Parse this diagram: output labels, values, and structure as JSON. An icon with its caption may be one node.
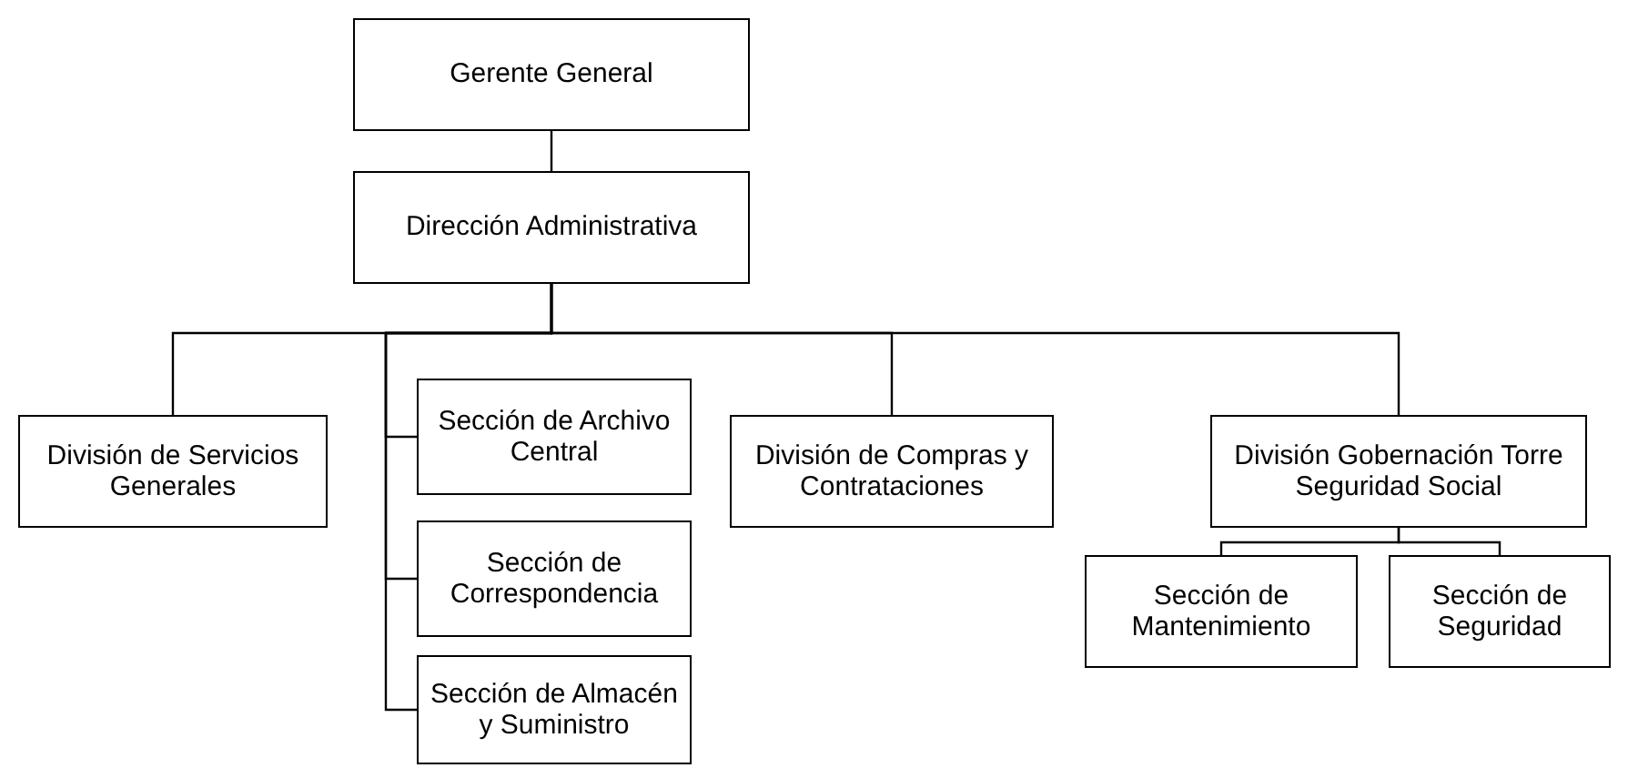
{
  "diagram": {
    "nodes": [
      {
        "text": [
          "Gerente General"
        ]
      },
      {
        "text": [
          "Dirección Administrativa"
        ]
      },
      {
        "text": [
          "División de Servicios Generales"
        ]
      },
      {
        "text": [
          "Sección de Archivo Central"
        ]
      },
      {
        "text": [
          "Sección de Correspondencia"
        ]
      },
      {
        "text": [
          "Sección de Almacén y Suministro"
        ]
      },
      {
        "text": [
          "División de Compras y Contrataciones"
        ]
      },
      {
        "text": [
          "División Gobernación Torre Seguridad Social"
        ]
      },
      {
        "text": [
          "Sección de Mantenimiento"
        ]
      },
      {
        "text": [
          "Sección de Seguridad"
        ]
      }
    ],
    "edges": [
      {
        "from": 0,
        "to": 1,
        "arrow": "none"
      },
      {
        "from": 1,
        "to": 2,
        "arrow": "none"
      },
      {
        "from": 1,
        "to": 3,
        "arrow": "none"
      },
      {
        "from": 1,
        "to": 4,
        "arrow": "none"
      },
      {
        "from": 1,
        "to": 5,
        "arrow": "none"
      },
      {
        "from": 1,
        "to": 6,
        "arrow": "none"
      },
      {
        "from": 1,
        "to": 7,
        "arrow": "none"
      },
      {
        "from": 7,
        "to": 8,
        "arrow": "none"
      },
      {
        "from": 7,
        "to": 9,
        "arrow": "none"
      }
    ]
  }
}
